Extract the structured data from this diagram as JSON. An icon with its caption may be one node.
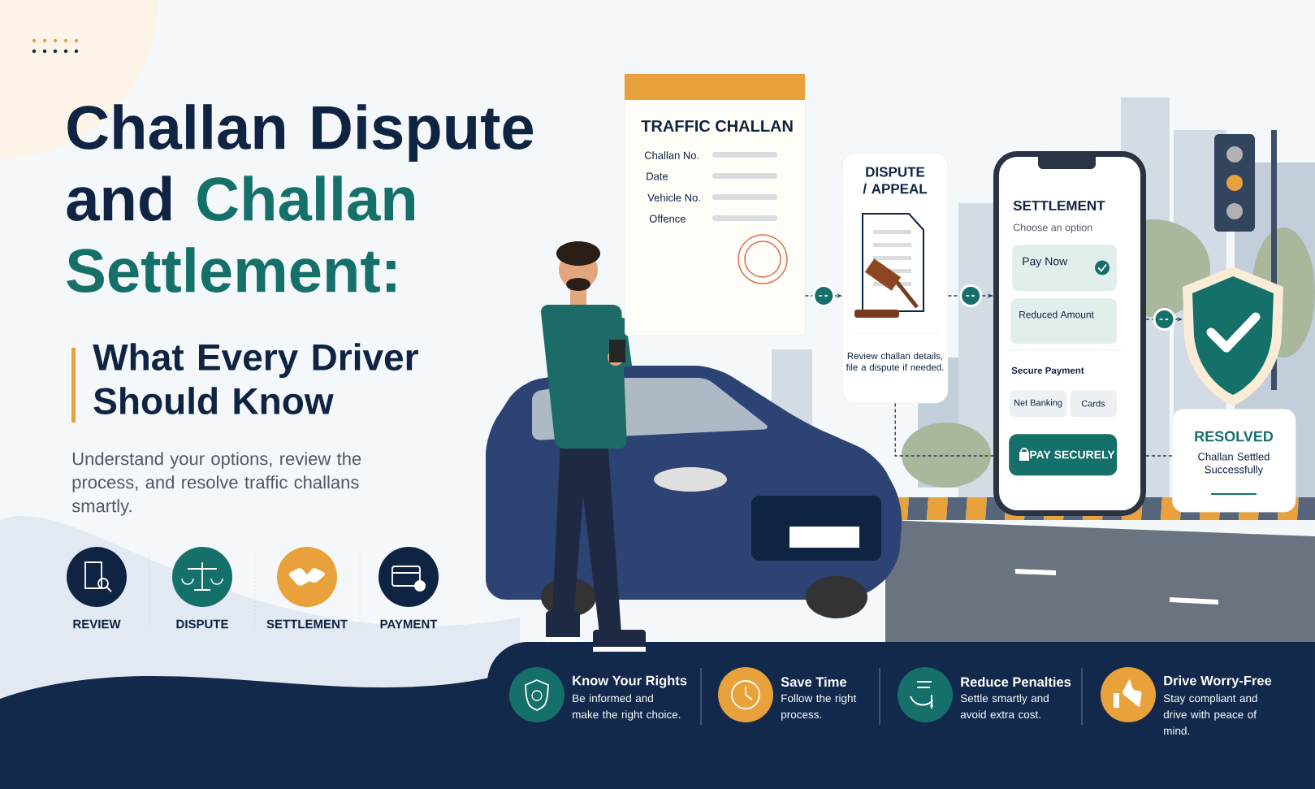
{
  "diagram": {
    "title": "Challan Dispute and",
    "nodes": [
      {
        "text": [
          "TRAFFIC CHALLAN",
          "Challan No.",
          "Date",
          "Vehicle No.",
          "Offence"
        ]
      },
      {
        "text": [
          "DISPUTE / APPEAL",
          "Review challan details, file a dispute if needed."
        ]
      },
      {
        "text": [
          "SETTLEMENT",
          "Choose an option",
          "Secure Payment"
        ]
      },
      {
        "text": [
          "Pay Now"
        ],
        "in": 2
      },
      {
        "text": [
          "Reduced Amount"
        ],
        "in": 2
      },
      {
        "text": [
          "Net Banking"
        ],
        "in": 2
      },
      {
        "text": [
          "Cards"
        ],
        "in": 2
      },
      {
        "text": [
          "PAY SECURELY"
        ],
        "in": 2
      },
      {
        "text": [],
        "shape": "picture"
      },
      {
        "text": [
          "RESOLVED",
          "Challan Settled Successfully"
        ]
      }
    ],
    "edges": [
      {
        "from": 0,
        "to": 1,
        "arrow": "to",
        "style": "dashed"
      },
      {
        "from": 1,
        "to": 2,
        "arrow": "to",
        "style": "dashed"
      },
      {
        "from": 2,
        "to": 8,
        "arrow": "to",
        "style": "dashed"
      },
      {
        "from": 1,
        "to": 2,
        "arrow": "none",
        "style": "dashed"
      },
      {
        "from": 2,
        "to": 9,
        "arrow": "none",
        "style": "dashed"
      }
    ],
    "labels": [
      "Challan Settlement:",
      "What Every Driver Should Know",
      "Understand your options, review the process, and resolve traffic challans smartly.",
      "REVIEW",
      "DISPUTE",
      "SETTLEMENT",
      "PAYMENT",
      "Know Your Rights",
      "Be informed and make the right choice.",
      "Save Time",
      "Follow the right process.",
      "Reduce Penalties",
      "Settle smartly and avoid extra cost.",
      "Drive Worry-Free",
      "Stay compliant and drive with peace of mind."
    ]
  }
}
